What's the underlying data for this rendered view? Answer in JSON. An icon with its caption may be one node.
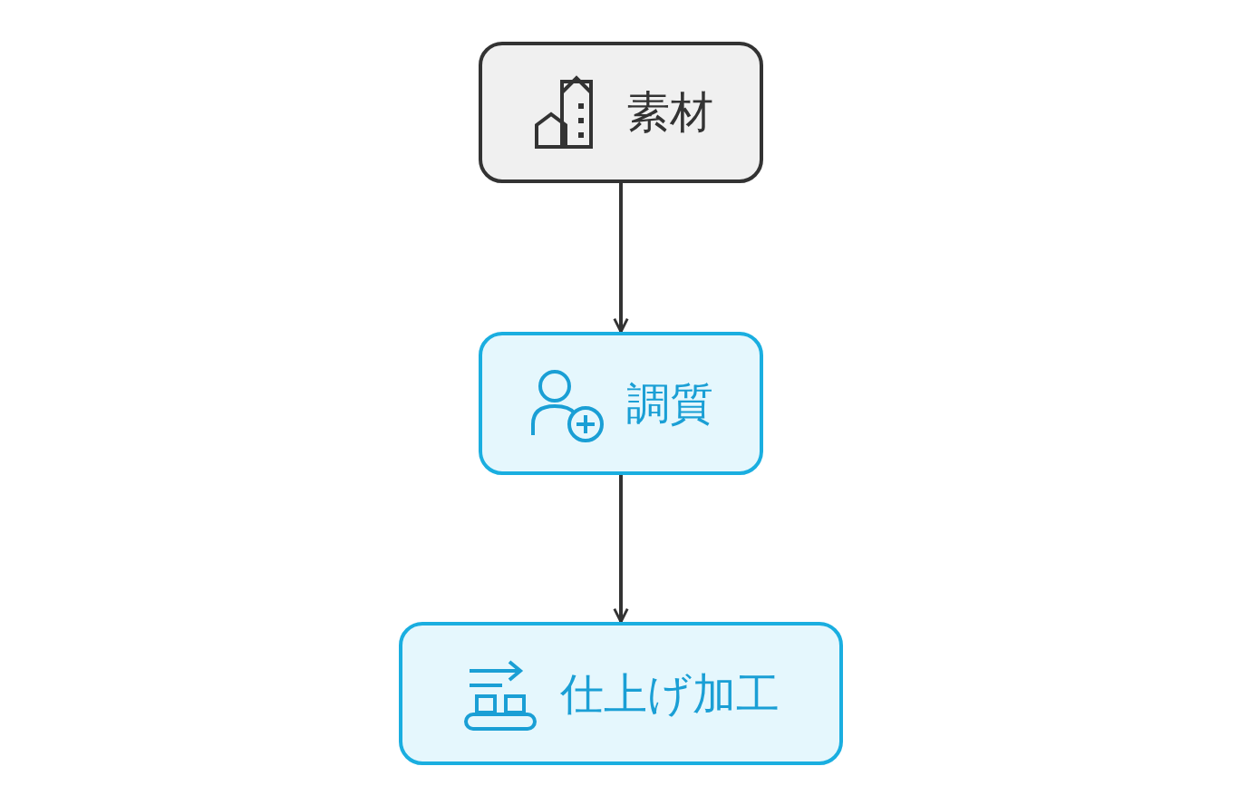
{
  "diagram": {
    "nodes": [
      {
        "text": [
          "素材"
        ]
      },
      {
        "text": [
          "調質"
        ]
      },
      {
        "text": [
          "仕上げ加工"
        ]
      }
    ],
    "edges": [
      {
        "from": 0,
        "to": 1,
        "arrow": "to"
      },
      {
        "from": 1,
        "to": 2,
        "arrow": "to"
      }
    ]
  }
}
